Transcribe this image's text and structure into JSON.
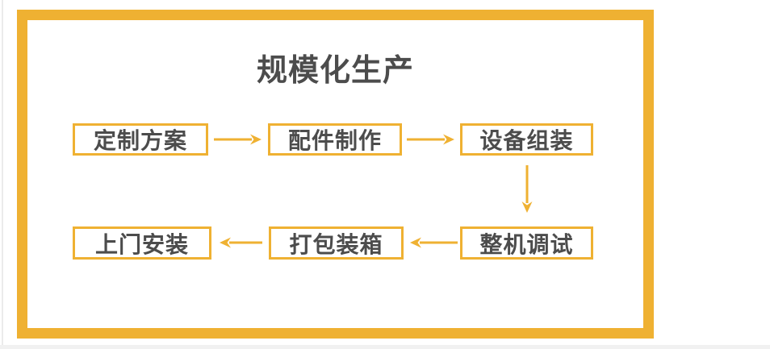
{
  "title": {
    "text": "规模化生产"
  },
  "colors": {
    "accent_yellow": "#EFB132",
    "text_dark": "#4C4C4C",
    "background": "#FFFFFF"
  },
  "flow": {
    "nodes": [
      {
        "id": "custom-plan",
        "label": "定制方案"
      },
      {
        "id": "parts-fabrication",
        "label": "配件制作"
      },
      {
        "id": "equipment-assembly",
        "label": "设备组装"
      },
      {
        "id": "whole-machine-testing",
        "label": "整机调试"
      },
      {
        "id": "packing-boxing",
        "label": "打包装箱"
      },
      {
        "id": "onsite-installation",
        "label": "上门安装"
      }
    ],
    "connections": [
      {
        "from": "custom-plan",
        "to": "parts-fabrication",
        "direction": "right"
      },
      {
        "from": "parts-fabrication",
        "to": "equipment-assembly",
        "direction": "right"
      },
      {
        "from": "equipment-assembly",
        "to": "whole-machine-testing",
        "direction": "down"
      },
      {
        "from": "whole-machine-testing",
        "to": "packing-boxing",
        "direction": "left"
      },
      {
        "from": "packing-boxing",
        "to": "onsite-installation",
        "direction": "left"
      }
    ]
  }
}
